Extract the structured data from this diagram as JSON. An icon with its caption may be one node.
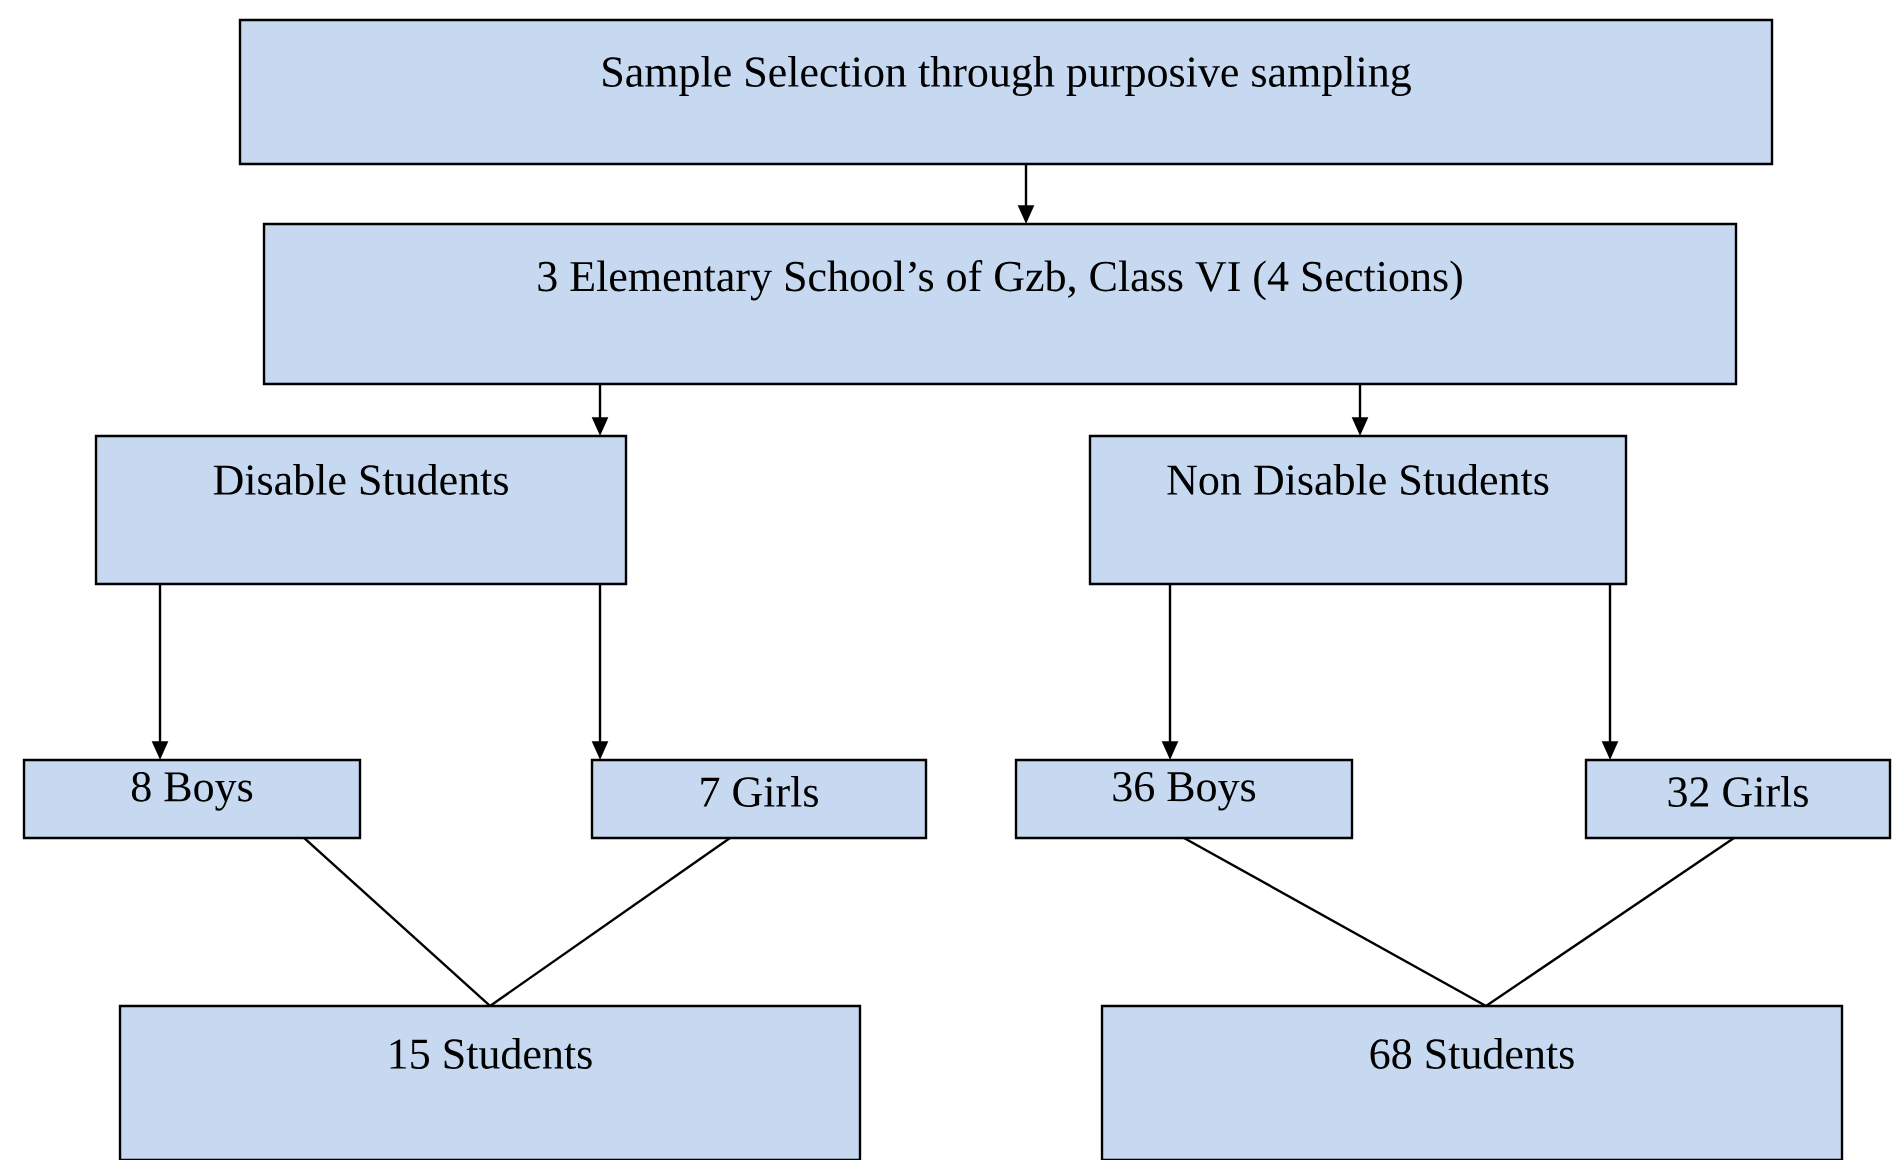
{
  "diagram": {
    "nodes": [
      {
        "text": [
          "Sample Selection through purposive sampling"
        ]
      },
      {
        "text": [
          "3 Elementary School’s of Gzb, Class VI (4 Sections)"
        ]
      },
      {
        "text": [
          "Disable Students"
        ]
      },
      {
        "text": [
          "Non Disable Students"
        ]
      },
      {
        "text": [
          "8 Boys"
        ]
      },
      {
        "text": [
          "7 Girls"
        ]
      },
      {
        "text": [
          "36 Boys"
        ]
      },
      {
        "text": [
          "32 Girls"
        ]
      },
      {
        "text": [
          "15 Students"
        ]
      },
      {
        "text": [
          "68 Students"
        ]
      }
    ],
    "edges": [
      {
        "from": 0,
        "to": 1,
        "arrow": "to"
      },
      {
        "from": 1,
        "to": 2,
        "arrow": "to"
      },
      {
        "from": 1,
        "to": 3,
        "arrow": "to"
      },
      {
        "from": 2,
        "to": 4,
        "arrow": "to"
      },
      {
        "from": 2,
        "to": 5,
        "arrow": "to"
      },
      {
        "from": 3,
        "to": 6,
        "arrow": "to"
      },
      {
        "from": 3,
        "to": 7,
        "arrow": "to"
      },
      {
        "from": 4,
        "to": 8,
        "arrow": "none"
      },
      {
        "from": 5,
        "to": 8,
        "arrow": "none"
      },
      {
        "from": 6,
        "to": 9,
        "arrow": "none"
      },
      {
        "from": 7,
        "to": 9,
        "arrow": "none"
      }
    ]
  }
}
